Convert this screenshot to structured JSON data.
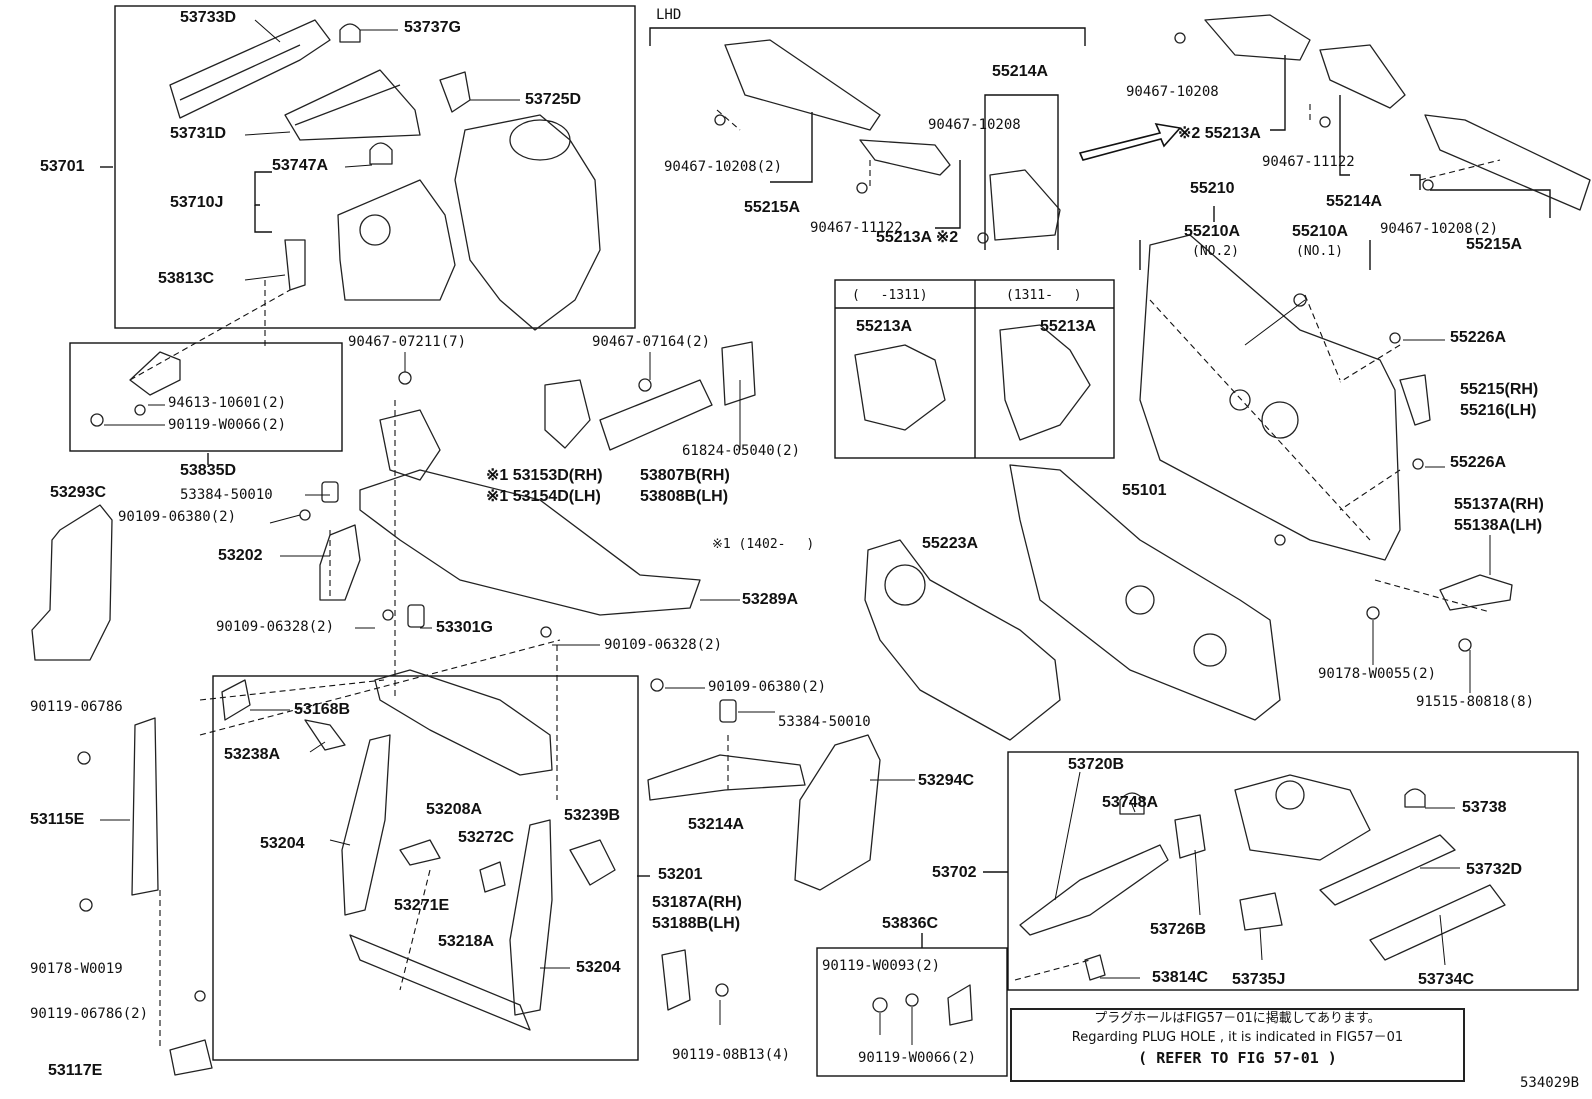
{
  "diagram": {
    "figure_code": "534029B",
    "lhd_label": "LHD",
    "note": {
      "line1": "プラグホールはFIG57－01に掲載してあります。",
      "line2": "Regarding PLUG HOLE , it is indicated in FIG57－01",
      "line3": "( REFER TO FIG 57-01 )"
    },
    "inset_table": {
      "col1_header": "(　 -1311)",
      "col2_header": "(1311-　 )",
      "col1_part": "55213A",
      "col2_part": "55213A"
    },
    "parts": {
      "p53733D": "53733D",
      "p53737G": "53737G",
      "p53725D": "53725D",
      "p53731D": "53731D",
      "p53701": "53701",
      "p53747A": "53747A",
      "p53710J": "53710J",
      "p53813C": "53813C",
      "p94613_10601": "94613-10601(2)",
      "p90119_W0066a": "90119-W0066(2)",
      "p53835D": "53835D",
      "p53293C": "53293C",
      "p90467_07211": "90467-07211(7)",
      "p90467_07164": "90467-07164(2)",
      "p53153D": "※1 53153D(RH)",
      "p53154D": "※1 53154D(LH)",
      "p53807B": "53807B(RH)",
      "p53808B": "53808B(LH)",
      "p61824": "61824-05040(2)",
      "p53384a": "53384-50010",
      "p90109_06380a": "90109-06380(2)",
      "p53202": "53202",
      "p1402": "※1 (1402-　 )",
      "p53289A": "53289A",
      "p90109_06328a": "90109-06328(2)",
      "p53301G": "53301G",
      "p90109_06328b": "90109-06328(2)",
      "p90119_06786": "90119-06786",
      "p53168B": "53168B",
      "p53238A": "53238A",
      "p53115E": "53115E",
      "p53208A": "53208A",
      "p53239B": "53239B",
      "p53204a": "53204",
      "p53272C": "53272C",
      "p53201": "53201",
      "p53271E": "53271E",
      "p53218A": "53218A",
      "p53204b": "53204",
      "p90178_W0019": "90178-W0019",
      "p90119_06786b": "90119-06786(2)",
      "p53117E": "53117E",
      "p90109_06380b": "90109-06380(2)",
      "p53384b": "53384-50010",
      "p53214A": "53214A",
      "p53294C": "53294C",
      "p53187A": "53187A(RH)",
      "p53188B": "53188B(LH)",
      "p90119_08B13": "90119-08B13(4)",
      "p53836C": "53836C",
      "p90119_W0093": "90119-W0093(2)",
      "p90119_W0066b": "90119-W0066(2)",
      "p90467_10208a": "90467-10208(2)",
      "p55215Aa": "55215A",
      "p90467_11122a": "90467-11122",
      "p55213Aa": "55213A ※2",
      "p55214Aa": "55214A",
      "p90467_10208b": "90467-10208",
      "p90467_10208c": "90467-10208",
      "p55213Ab": "※2 55213A",
      "p90467_11122b": "90467-11122",
      "p55214Ab": "55214A",
      "p90467_10208d": "90467-10208(2)",
      "p55215Ab": "55215A",
      "p55210": "55210",
      "p55210A_2": "55210A",
      "p55210A_2n": "(NO.2)",
      "p55210A_1": "55210A",
      "p55210A_1n": "(NO.1)",
      "p55226Aa": "55226A",
      "p55215RH": "55215(RH)",
      "p55216LH": "55216(LH)",
      "p55226Ab": "55226A",
      "p55137A": "55137A(RH)",
      "p55138A": "55138A(LH)",
      "p55101": "55101",
      "p55223A": "55223A",
      "p90178_W0055": "90178-W0055(2)",
      "p91515": "91515-80818(8)",
      "p53720B": "53720B",
      "p53748A": "53748A",
      "p53738": "53738",
      "p53702": "53702",
      "p53732D": "53732D",
      "p53726B": "53726B",
      "p53814C": "53814C",
      "p53735J": "53735J",
      "p53734C": "53734C"
    }
  }
}
